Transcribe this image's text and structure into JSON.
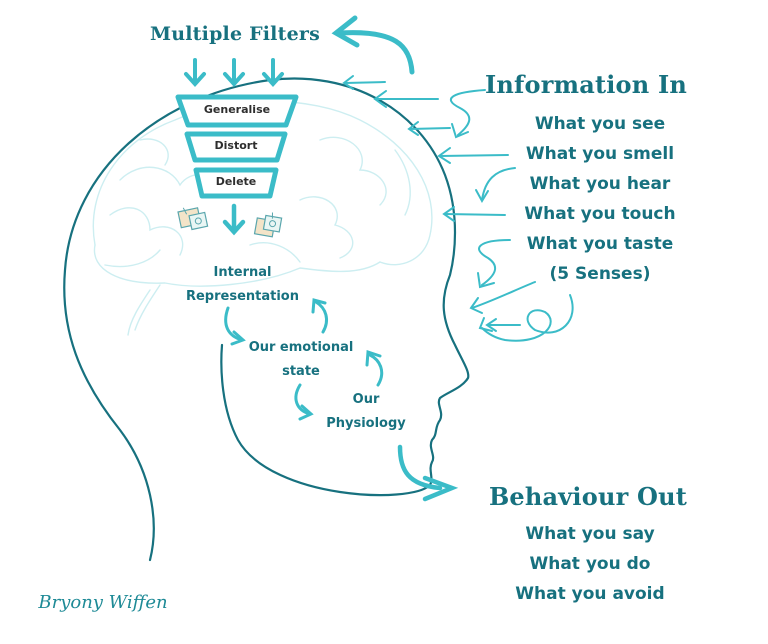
{
  "colors": {
    "primary_teal": "#17717f",
    "accent_cyan": "#3bbcc8",
    "brain_line": "#cdeef1",
    "filter_text": "#2e2e2e",
    "background": "#ffffff"
  },
  "filters": {
    "title": "Multiple Filters",
    "items": [
      {
        "label": "Generalise"
      },
      {
        "label": "Distort"
      },
      {
        "label": "Delete"
      }
    ]
  },
  "information_in": {
    "title": "Information In",
    "items": [
      "What you see",
      "What you smell",
      "What you hear",
      "What you touch",
      "What you taste",
      "(5 Senses)"
    ]
  },
  "internal_cycle": {
    "internal_representation": [
      "Internal",
      "Representation"
    ],
    "emotional_state": [
      "Our emotional",
      "state"
    ],
    "physiology": [
      "Our",
      "Physiology"
    ]
  },
  "behaviour_out": {
    "title": "Behaviour Out",
    "items": [
      "What you say",
      "What you do",
      "What you avoid"
    ]
  },
  "icons": {
    "funnel_input_arrows": "arrow-down-icon",
    "memory_pictures": "photo-stack-icon",
    "output_arrow": "arrow-right-icon"
  },
  "signature": "Bryony Wiffen"
}
